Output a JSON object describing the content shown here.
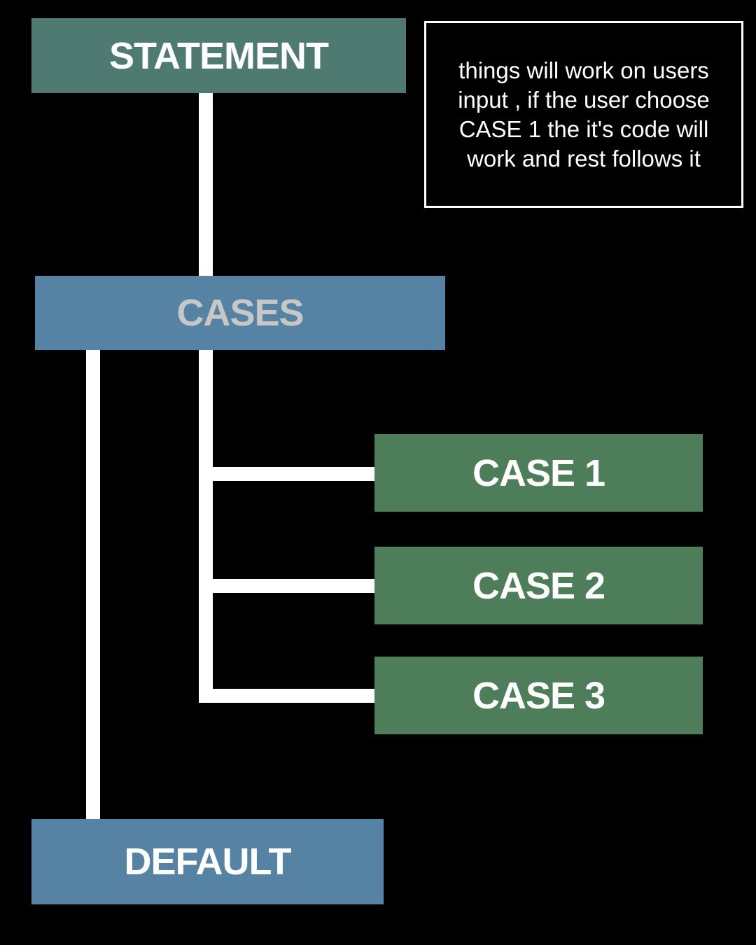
{
  "diagram": {
    "statement": {
      "label": "STATEMENT"
    },
    "cases": {
      "label": "CASES"
    },
    "case_items": [
      {
        "label": "CASE 1"
      },
      {
        "label": "CASE 2"
      },
      {
        "label": "CASE 3"
      }
    ],
    "default": {
      "label": "DEFAULT"
    },
    "note": {
      "text": "things will work on users input , if the user choose CASE 1 the it's code will work and rest follows it"
    },
    "colors": {
      "background": "#000000",
      "statement": "#4f7a72",
      "cases": "#5683a3",
      "case_item": "#4e7d59",
      "default": "#5683a3",
      "connector": "#ffffff",
      "cases_text": "#c7c7c7",
      "text": "#ffffff"
    }
  }
}
